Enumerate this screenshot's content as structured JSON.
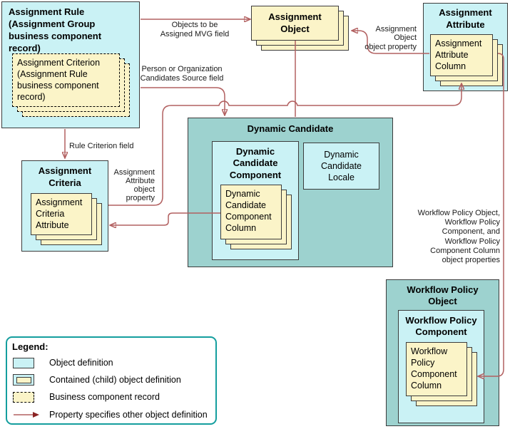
{
  "diagram": {
    "nodes": {
      "assignment_rule": {
        "title": "Assignment Rule\n(Assignment Group\nbusiness component\nrecord)",
        "child": "Assignment Criterion\n(Assignment Rule\nbusiness component\nrecord)"
      },
      "assignment_object": {
        "title": "Assignment\nObject"
      },
      "assignment_attribute": {
        "title": "Assignment\nAttribute",
        "child": "Assignment\nAttribute\nColumn"
      },
      "dynamic_candidate": {
        "title": "Dynamic Candidate",
        "component": {
          "title": "Dynamic\nCandidate\nComponent",
          "child": "Dynamic\nCandidate\nComponent\nColumn"
        },
        "locale": {
          "title": "Dynamic\nCandidate\nLocale"
        }
      },
      "assignment_criteria": {
        "title": "Assignment\nCriteria",
        "child": "Assignment\nCriteria\nAttribute"
      },
      "workflow_policy_object": {
        "title": "Workflow Policy\nObject",
        "component": {
          "title": "Workflow Policy\nComponent",
          "child": "Workflow\nPolicy\nComponent\nColumn"
        }
      }
    },
    "edge_labels": {
      "objects_mvg": "Objects to be\nAssigned MVG field",
      "person_org": "Person or Organization\nCandidates Source field",
      "rule_criterion": "Rule Criterion field",
      "assignment_object_prop": "Assignment\nObject\nobject property",
      "assignment_attribute_prop": "Assignment\nAttribute\nobject\nproperty",
      "workflow_props": "Workflow Policy Object,\nWorkflow Policy\nComponent, and\nWorkflow Policy\nComponent Column\nobject properties"
    }
  },
  "legend": {
    "title": "Legend:",
    "items": [
      {
        "swatch": "object-definition",
        "label": "Object definition"
      },
      {
        "swatch": "contained-child-object-definition",
        "label": "Contained (child) object definition"
      },
      {
        "swatch": "business-component-record",
        "label": "Business component record"
      },
      {
        "swatch": "property-arrow",
        "label": "Property specifies other object definition"
      }
    ]
  },
  "colors": {
    "object_fill": "#caf2f5",
    "container_fill": "#9dd2cf",
    "record_fill": "#fbf4c8",
    "arrow_line": "#b26060",
    "arrowhead": "#8b2323",
    "legend_border": "#149e9e"
  }
}
